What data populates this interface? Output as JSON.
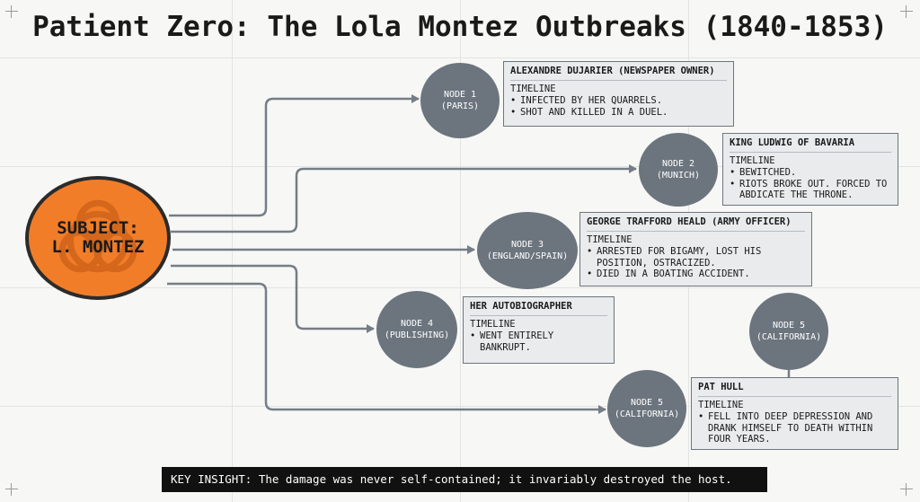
{
  "title": "Patient Zero: The Lola Montez Outbreaks (1840-1853)",
  "subject": {
    "label": "SUBJECT:\nL. MONTEZ"
  },
  "nodes": [
    {
      "title": "NODE 1",
      "place": "(PARIS)"
    },
    {
      "title": "NODE 2",
      "place": "(MUNICH)"
    },
    {
      "title": "NODE 3",
      "place": "(ENGLAND/SPAIN)"
    },
    {
      "title": "NODE 4",
      "place": "(PUBLISHING)"
    },
    {
      "title": "NODE 5",
      "place": "(CALIFORNIA)"
    },
    {
      "title": "NODE 5",
      "place": "(CALIFORNIA)"
    }
  ],
  "cards": [
    {
      "name": "ALEXANDRE DUJARIER (NEWSPAPER OWNER)",
      "subheading": "TIMELINE",
      "items": [
        "INFECTED BY HER QUARRELS.",
        "SHOT AND KILLED IN A DUEL."
      ]
    },
    {
      "name": "KING LUDWIG OF BAVARIA",
      "subheading": "TIMELINE",
      "items": [
        "BEWITCHED.",
        "RIOTS BROKE OUT. FORCED TO ABDICATE THE THRONE."
      ]
    },
    {
      "name": "GEORGE TRAFFORD HEALD (ARMY OFFICER)",
      "subheading": "TIMELINE",
      "items": [
        "ARRESTED FOR BIGAMY, LOST HIS POSITION, OSTRACIZED.",
        "DIED IN A BOATING ACCIDENT."
      ]
    },
    {
      "name": "HER AUTOBIOGRAPHER",
      "subheading": "TIMELINE",
      "items": [
        "WENT ENTIRELY BANKRUPT."
      ]
    },
    {
      "name": "PAT HULL",
      "subheading": "TIMELINE",
      "items": [
        "FELL INTO DEEP DEPRESSION AND DRANK HIMSELF TO DEATH WITHIN FOUR YEARS."
      ]
    }
  ],
  "insight": "KEY INSIGHT: The damage was never self-contained; it invariably destroyed the host.",
  "colors": {
    "subject": "#f27d28",
    "node": "#6c757e",
    "card_bg": "#e9ebed",
    "banner": "#111111"
  }
}
